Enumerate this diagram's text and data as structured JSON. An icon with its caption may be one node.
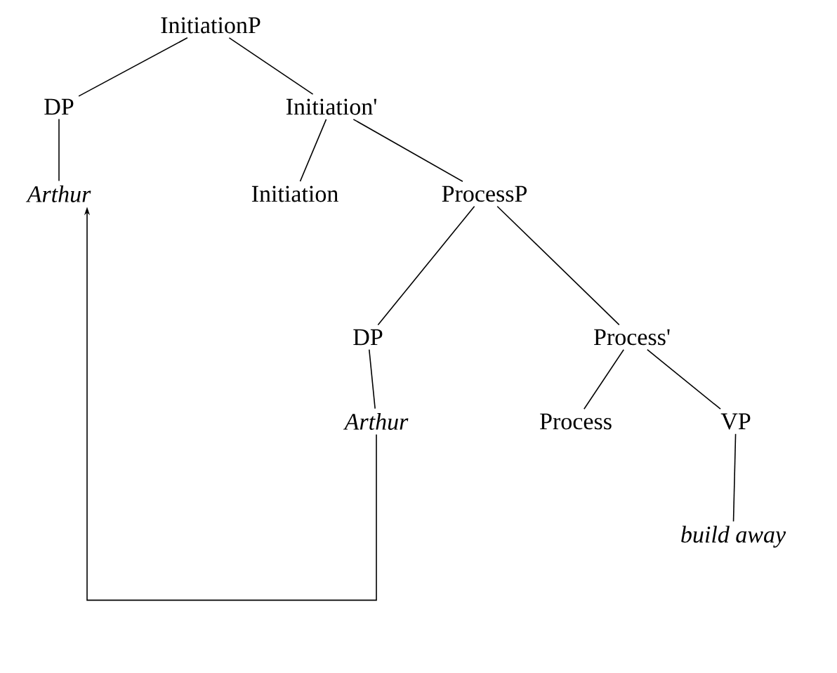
{
  "diagram": {
    "nodes": [
      {
        "text": [
          "InitiationP"
        ]
      },
      {
        "text": [
          "DP"
        ]
      },
      {
        "text": [
          "Initiation'"
        ]
      },
      {
        "text": [
          "Arthur"
        ]
      },
      {
        "text": [
          "Initiation"
        ]
      },
      {
        "text": [
          "ProcessP"
        ]
      },
      {
        "text": [
          "DP"
        ]
      },
      {
        "text": [
          "Process'"
        ]
      },
      {
        "text": [
          "Arthur"
        ]
      },
      {
        "text": [
          "Process"
        ]
      },
      {
        "text": [
          "VP"
        ]
      },
      {
        "text": [
          "build away"
        ]
      }
    ],
    "edges": [
      {
        "from": 0,
        "to": 1,
        "arrow": "none"
      },
      {
        "from": 0,
        "to": 2,
        "arrow": "none"
      },
      {
        "from": 1,
        "to": 3,
        "arrow": "none"
      },
      {
        "from": 2,
        "to": 4,
        "arrow": "none"
      },
      {
        "from": 2,
        "to": 5,
        "arrow": "none"
      },
      {
        "from": 5,
        "to": 6,
        "arrow": "none"
      },
      {
        "from": 5,
        "to": 7,
        "arrow": "none"
      },
      {
        "from": 6,
        "to": 8,
        "arrow": "none"
      },
      {
        "from": 7,
        "to": 9,
        "arrow": "none"
      },
      {
        "from": 7,
        "to": 10,
        "arrow": "none"
      },
      {
        "from": 10,
        "to": 11,
        "arrow": "none"
      },
      {
        "from": 8,
        "to": 3,
        "arrow": "to"
      }
    ]
  }
}
